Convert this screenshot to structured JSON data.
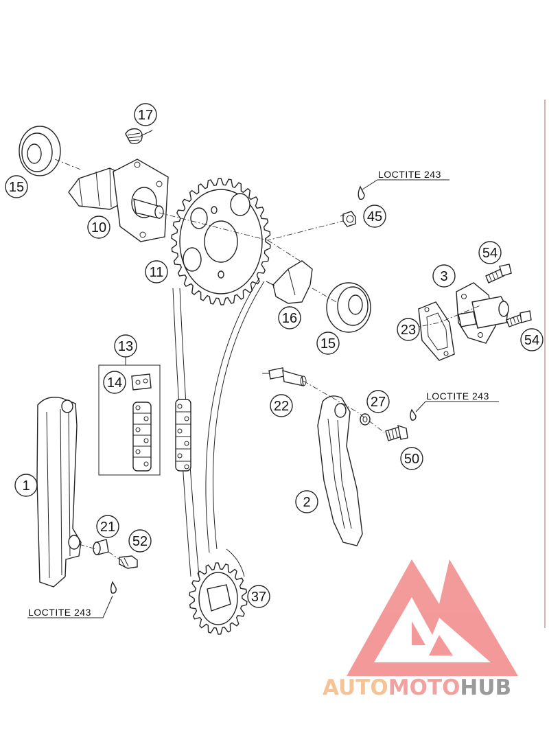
{
  "callouts": [
    "17",
    "15",
    "10",
    "11",
    "45",
    "54",
    "3",
    "23",
    "16",
    "15",
    "54",
    "13",
    "14",
    "22",
    "27",
    "50",
    "1",
    "2",
    "21",
    "52",
    "37"
  ],
  "notes": [
    "LOCTITE 243",
    "LOCTITE 243",
    "LOCTITE 243"
  ],
  "watermark": {
    "part1": "AUTO",
    "part2": "MOTO",
    "part3": "HUB",
    "color_orange": "#f5c396",
    "color_pink": "#f2a0a0",
    "color_gray": "#9a9a9a",
    "logo_color": "#f28f8f"
  }
}
